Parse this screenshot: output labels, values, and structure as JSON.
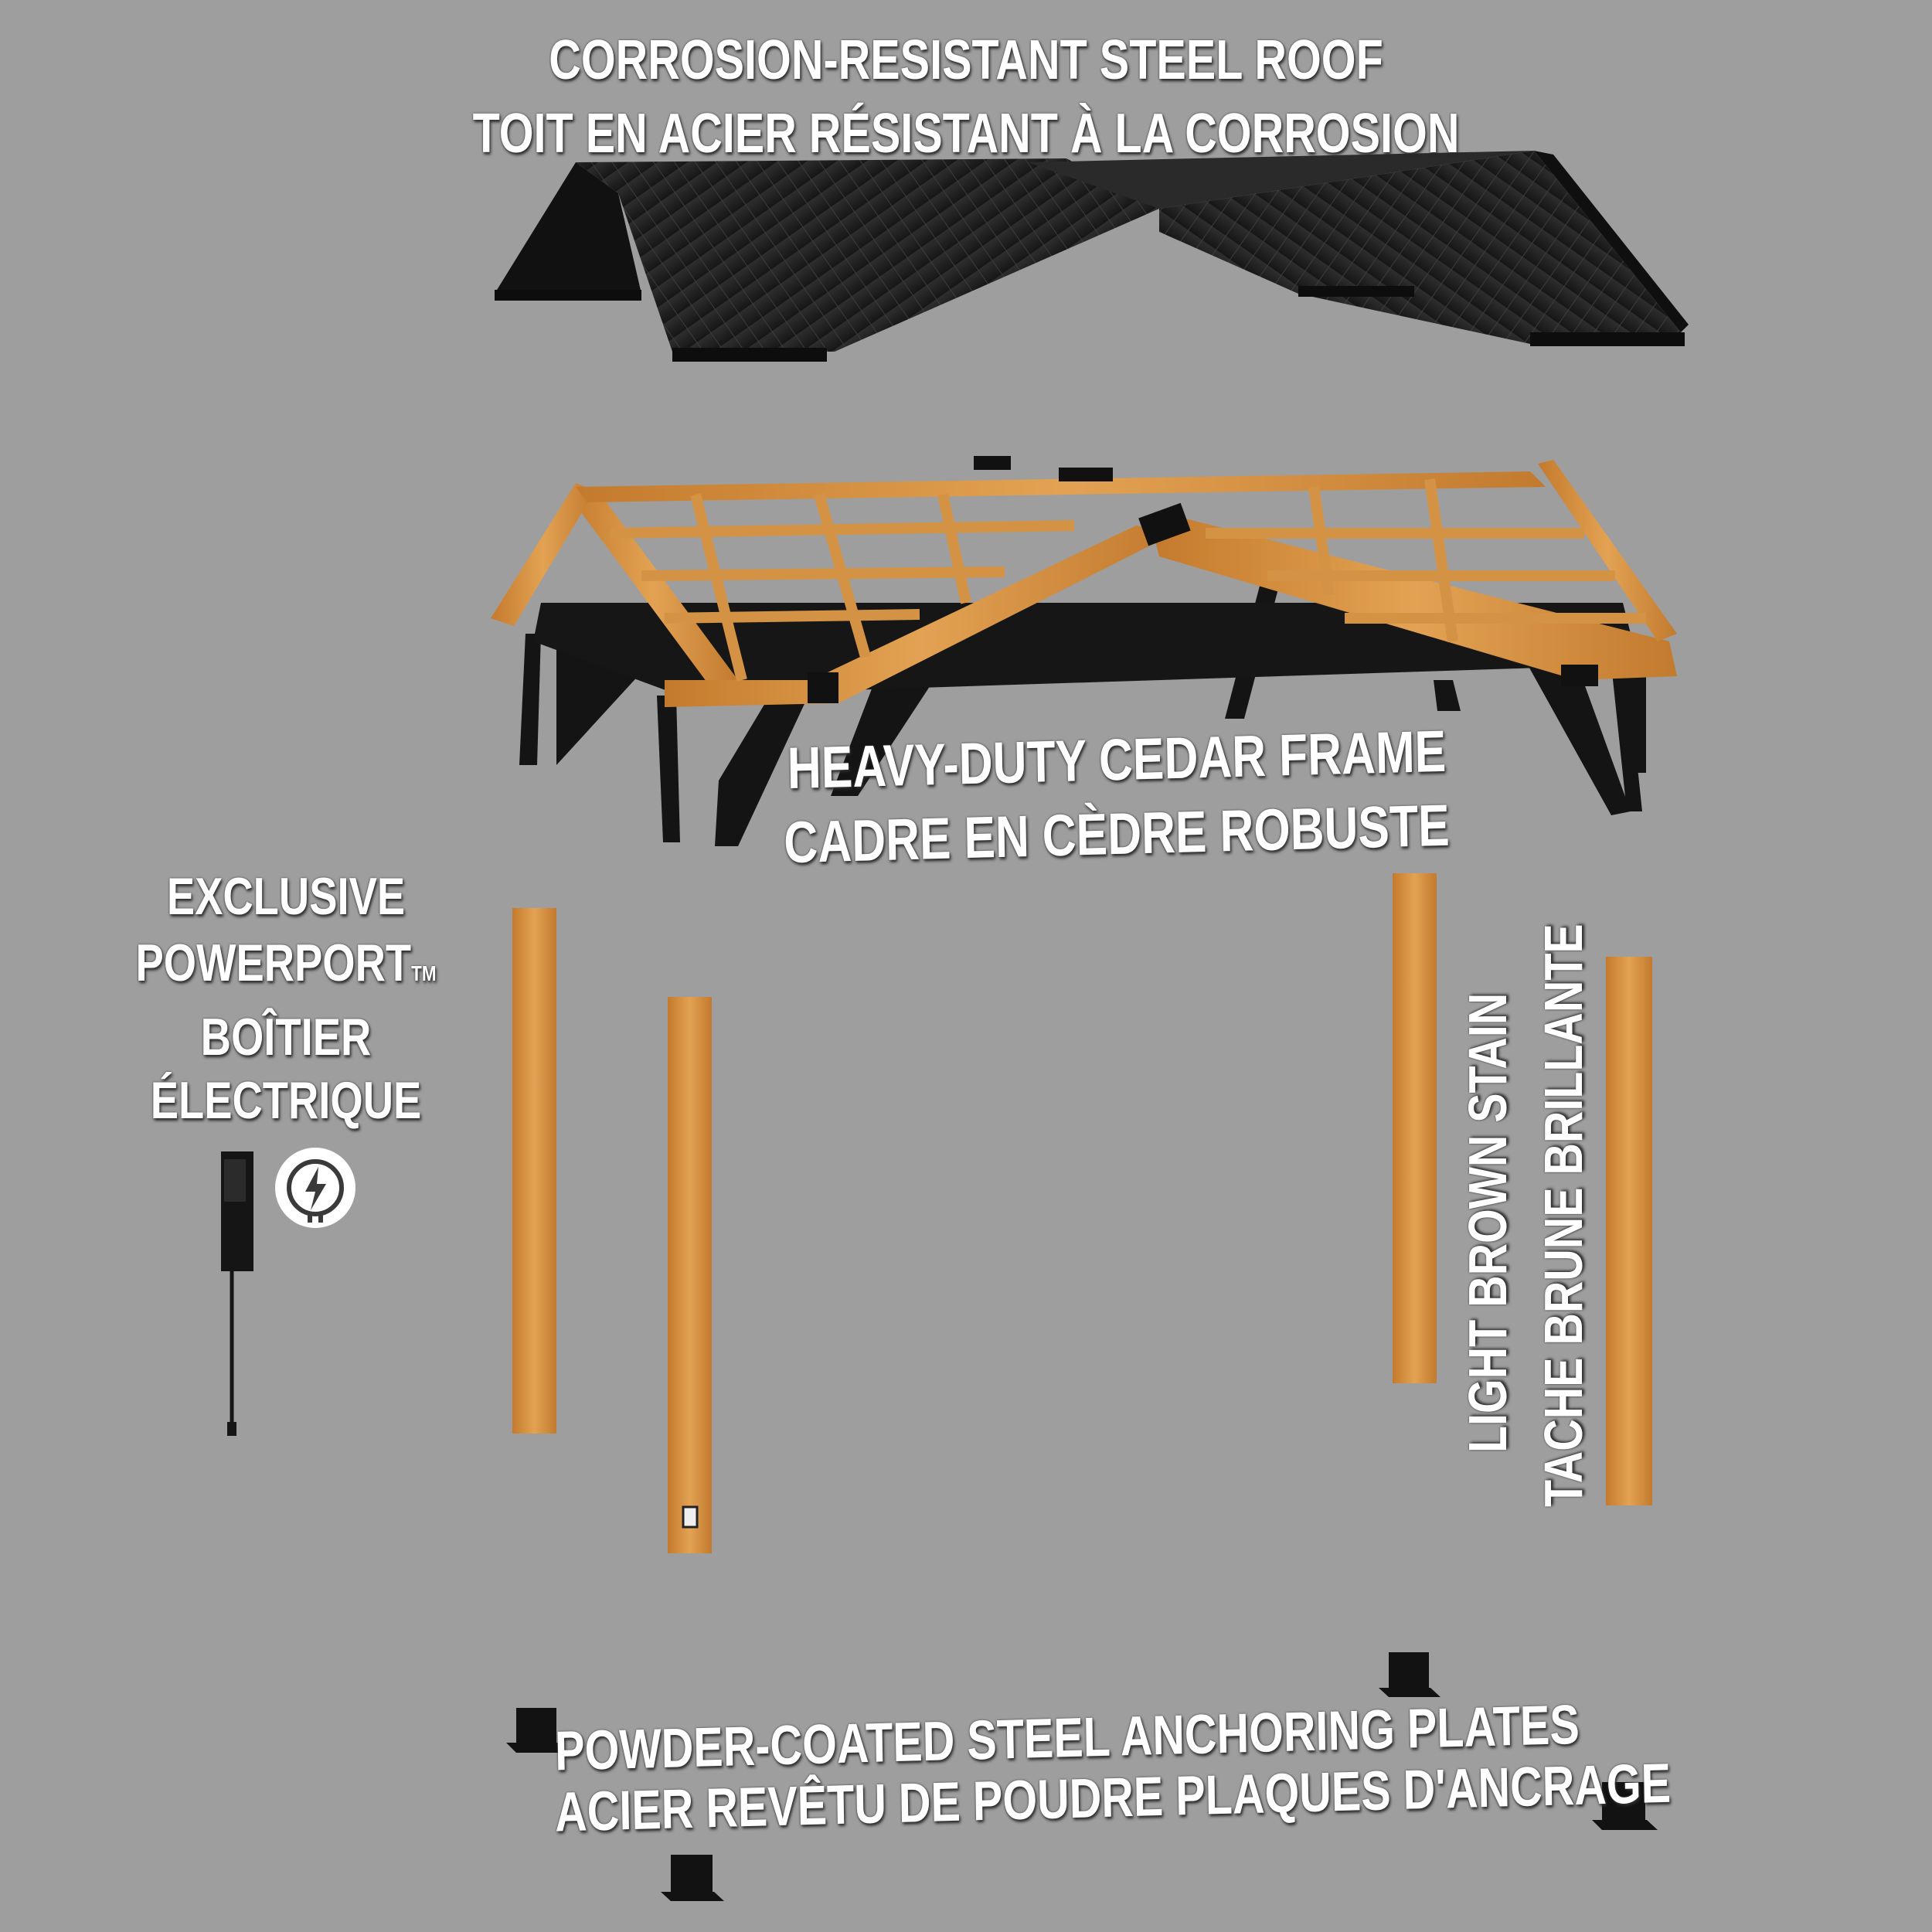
{
  "labels": {
    "roof_en": "CORROSION-RESISTANT STEEL ROOF",
    "roof_fr": "TOIT EN ACIER RÉSISTANT À LA CORROSION",
    "frame_en": "HEAVY-DUTY CEDAR FRAME",
    "frame_fr": "CADRE EN CÈDRE ROBUSTE",
    "power_line1": "EXCLUSIVE",
    "power_line2": "POWERPORT",
    "power_tm": "TM",
    "power_line3": "BOÎTIER",
    "power_line4": "ÉLECTRIQUE",
    "stain_en": "LIGHT BROWN STAIN",
    "stain_fr": "TACHE BRUNE BRILLANTE",
    "plates_en": "POWDER-COATED STEEL ANCHORING PLATES",
    "plates_fr": "ACIER REVÊTU DE POUDRE PLAQUES D'ANCRAGE"
  },
  "colors": {
    "background": "#9e9e9e",
    "roof": "#1f1f1f",
    "cedar": "#d08a3a",
    "steel": "#141414",
    "label": "#ffffff"
  },
  "icons": {
    "power": "power-plug-icon"
  }
}
